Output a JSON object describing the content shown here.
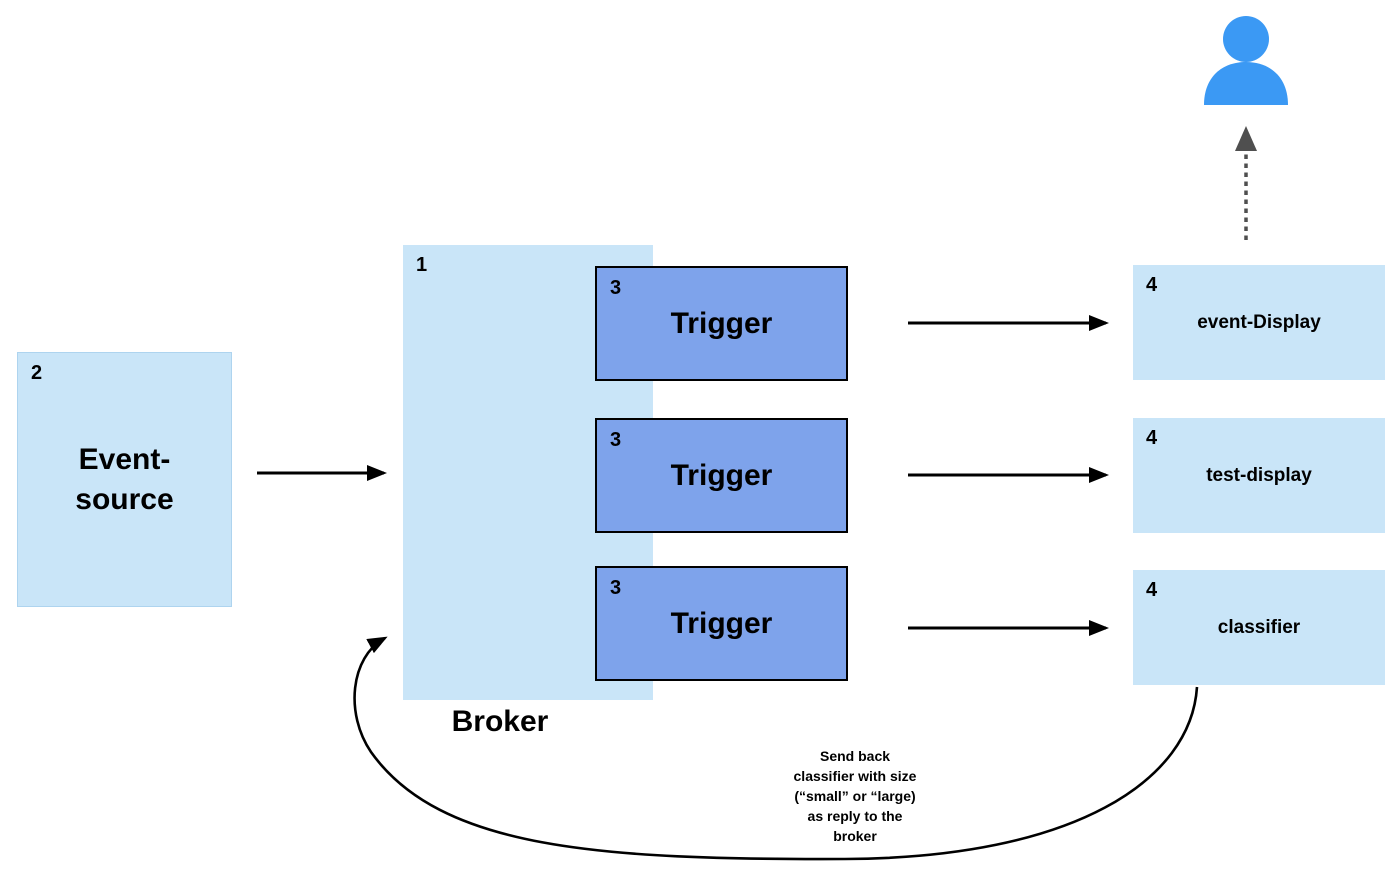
{
  "colors": {
    "background": "#ffffff",
    "light-blue": "#c9e5f8",
    "trigger-blue": "#7ea3eb",
    "person-blue": "#3b99f4",
    "arrow-black": "#000000",
    "dotted-gray": "#4f4f4f"
  },
  "nodes": {
    "event_source": {
      "number": "2",
      "line1": "Event-",
      "line2": "source"
    },
    "broker": {
      "number": "1",
      "label": "Broker"
    },
    "triggers": [
      {
        "number": "3",
        "label": "Trigger"
      },
      {
        "number": "3",
        "label": "Trigger"
      },
      {
        "number": "3",
        "label": "Trigger"
      }
    ],
    "sinks": [
      {
        "number": "4",
        "label": "event-Display"
      },
      {
        "number": "4",
        "label": "test-display"
      },
      {
        "number": "4",
        "label": "classifier"
      }
    ]
  },
  "annotation": {
    "text": "Send back\nclassifier with size\n(“small” or “large)\nas reply to the\nbroker"
  },
  "icons": {
    "user": "user-icon"
  }
}
